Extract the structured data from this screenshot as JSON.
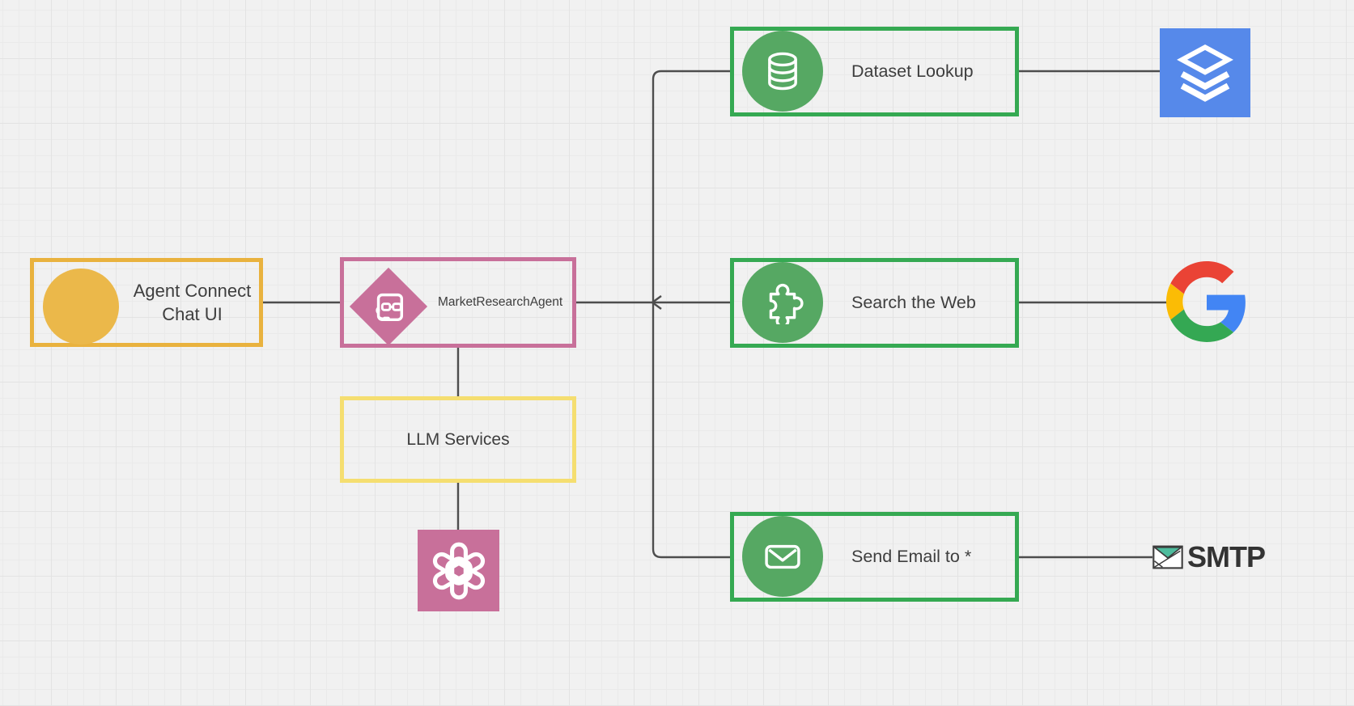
{
  "diagram": {
    "chat_node": {
      "line1": "Agent Connect",
      "line2": "Chat UI"
    },
    "agent_node": {
      "label": "MarketResearchAgent"
    },
    "llm_node": {
      "label": "LLM Services"
    },
    "tools": [
      {
        "label": "Dataset Lookup",
        "icon": "database-icon"
      },
      {
        "label": "Search the Web",
        "icon": "puzzle-icon"
      },
      {
        "label": "Send Email to *",
        "icon": "envelope-icon"
      }
    ],
    "endpoints": {
      "stack": {
        "icon": "layers-stack-icon"
      },
      "google": {
        "icon": "google-g-icon"
      },
      "smtp": {
        "label": "SMTP",
        "icon": "smtp-envelope-icon"
      }
    },
    "llm_provider": {
      "icon": "openai-icon"
    }
  },
  "colors": {
    "canvas_bg": "#f1f1f1",
    "gold_border": "#e9b23e",
    "gold_circle": "#ebb84a",
    "pink": "#c8709a",
    "light_yellow": "#f5de70",
    "green_border": "#35a952",
    "green_circle": "#56a863",
    "stack_blue": "#5689ea",
    "smtp_teal": "#4ebc9d",
    "connector": "#4d4d4d",
    "text": "#3e3e3e",
    "google_red": "#ea4335",
    "google_blue": "#4285f4",
    "google_yellow": "#fbbc05",
    "google_green": "#34a853"
  }
}
